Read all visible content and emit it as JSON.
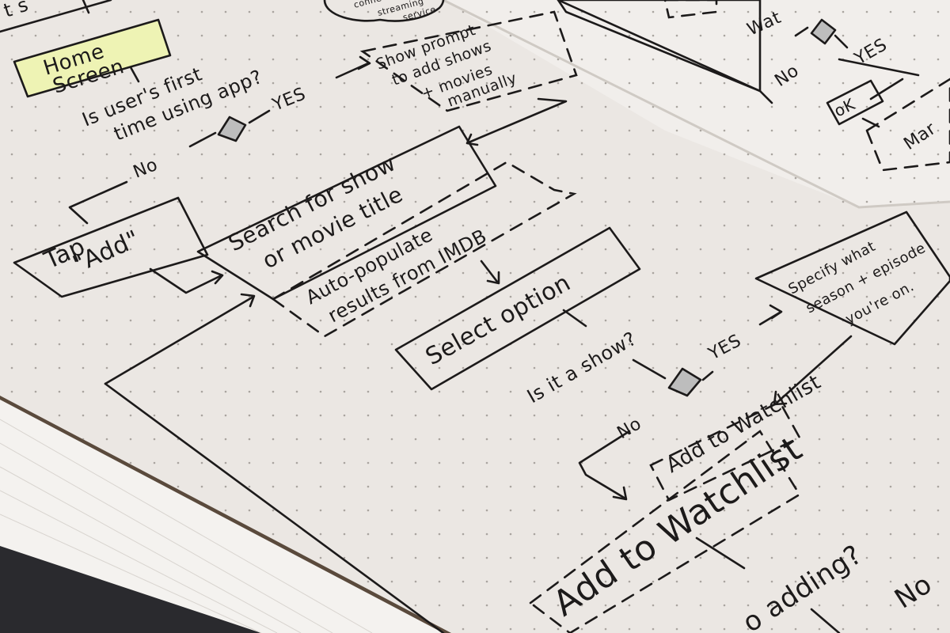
{
  "colors": {
    "paper": "#ebe7e3",
    "paper_right": "#f1eeeb",
    "ink": "#1c1a1a",
    "highlight": "#eef3b4",
    "diamond": "#bdbdbd",
    "desk": "#5a4a3c",
    "cover": "#2a2a2e"
  },
  "nodes": {
    "top_left_fragment": "t s",
    "home_screen_line1": "Home",
    "home_screen_line2": "Screen",
    "first_time_q_line1": "Is user's first",
    "first_time_q_line2": "time using app?",
    "yes_1": "YES",
    "no_1": "No",
    "prompt_line1": "Show prompt",
    "prompt_line2": "to add shows",
    "prompt_line3": "+ movies",
    "prompt_line4": "manually",
    "cloud_line1": "connect to",
    "cloud_line2": "streaming",
    "cloud_line3": "service",
    "tap_add_line1": "Tap",
    "tap_add_line2": "\"Add\"",
    "search_line1": "Search for show",
    "search_line2": "or movie title",
    "autopop_line1": "Auto-populate",
    "autopop_line2": "results from IMDB",
    "select_option": "Select option",
    "show_q": "Is it a show?",
    "yes_2": "YES",
    "no_2": "No",
    "season_line1": "Specify what",
    "season_line2": "season + episode",
    "season_line3": "you're on.",
    "add_watchlist_small": "Add to Watchlist",
    "add_watchlist_large": "Add to Watchlist",
    "done_q_fragment": "o adding?",
    "no_3": "No",
    "right_wat": "Wat",
    "right_yes": "YES",
    "right_no": "No",
    "right_ok": "oK",
    "right_mar": "Mar"
  }
}
